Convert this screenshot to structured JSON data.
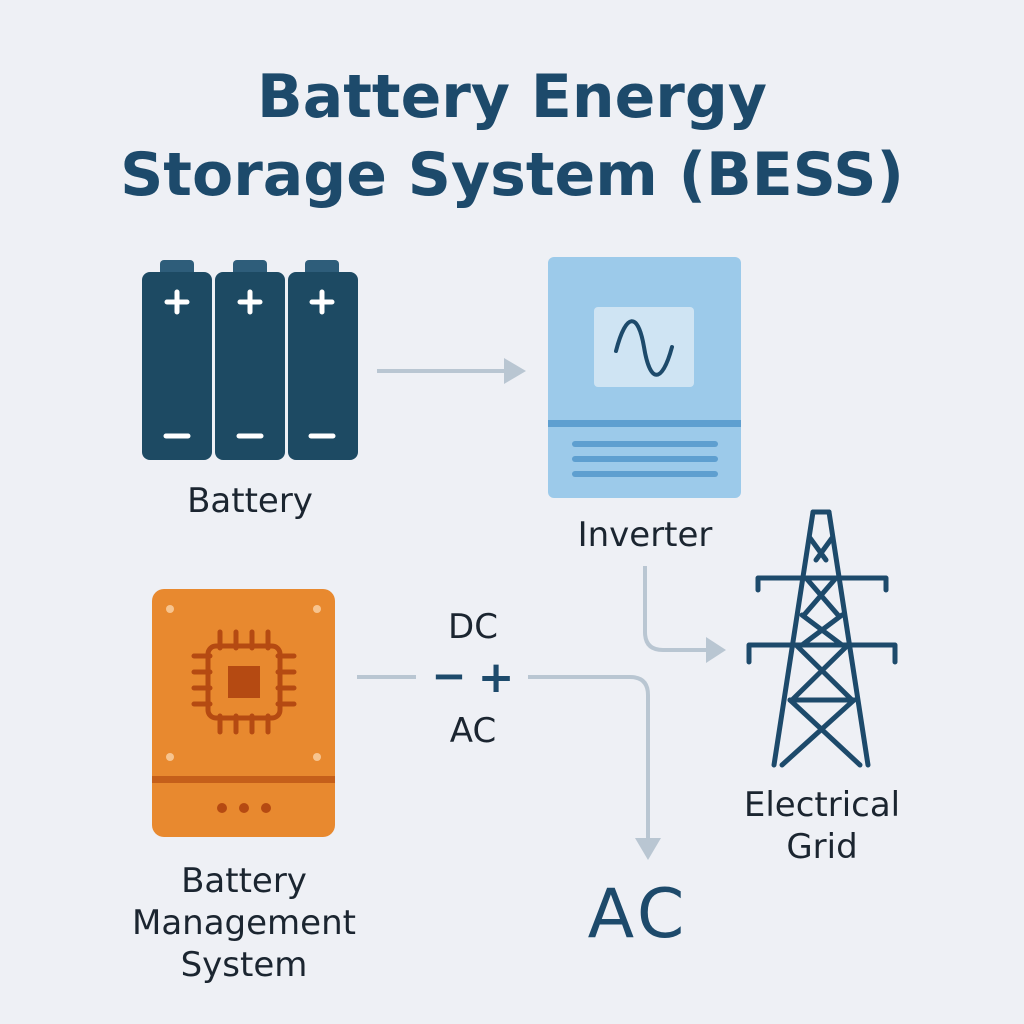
{
  "title": {
    "line1": "Battery Energy",
    "line2": "Storage System (BESS)"
  },
  "components": {
    "battery": {
      "label": "Battery",
      "color": "#1d4a63"
    },
    "inverter": {
      "label": "Inverter",
      "color": "#9ccaea"
    },
    "bms": {
      "line1": "Battery",
      "line2": "Management",
      "line3": "System",
      "color": "#e8892f"
    },
    "grid": {
      "line1": "Electrical",
      "line2": "Grid",
      "color": "#1d4a6b"
    }
  },
  "converter": {
    "top_label": "DC",
    "bottom_label": "AC",
    "minus_symbol": "−",
    "plus_symbol": "+"
  },
  "output": {
    "label": "AC"
  },
  "colors": {
    "background": "#eef0f5",
    "title": "#1d4a6b",
    "arrow": "#b9c6d2"
  }
}
